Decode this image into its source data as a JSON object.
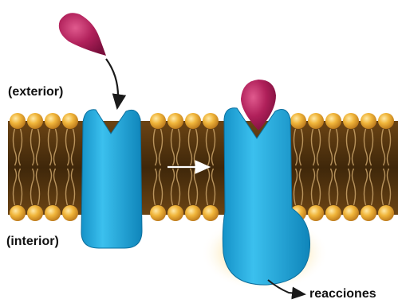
{
  "labels": {
    "exterior": "(exterior)",
    "interior": "(interior)",
    "reacciones": "reacciones"
  },
  "colors": {
    "receptor": "#1aa7de",
    "ligand": "#b0205a",
    "phospholipid_head": "#e3a52c",
    "membrane_core": "#5a3a10",
    "glow": "#f6d98a",
    "arrow_dark": "#1a1a1a",
    "arrow_light": "#ffffff"
  }
}
